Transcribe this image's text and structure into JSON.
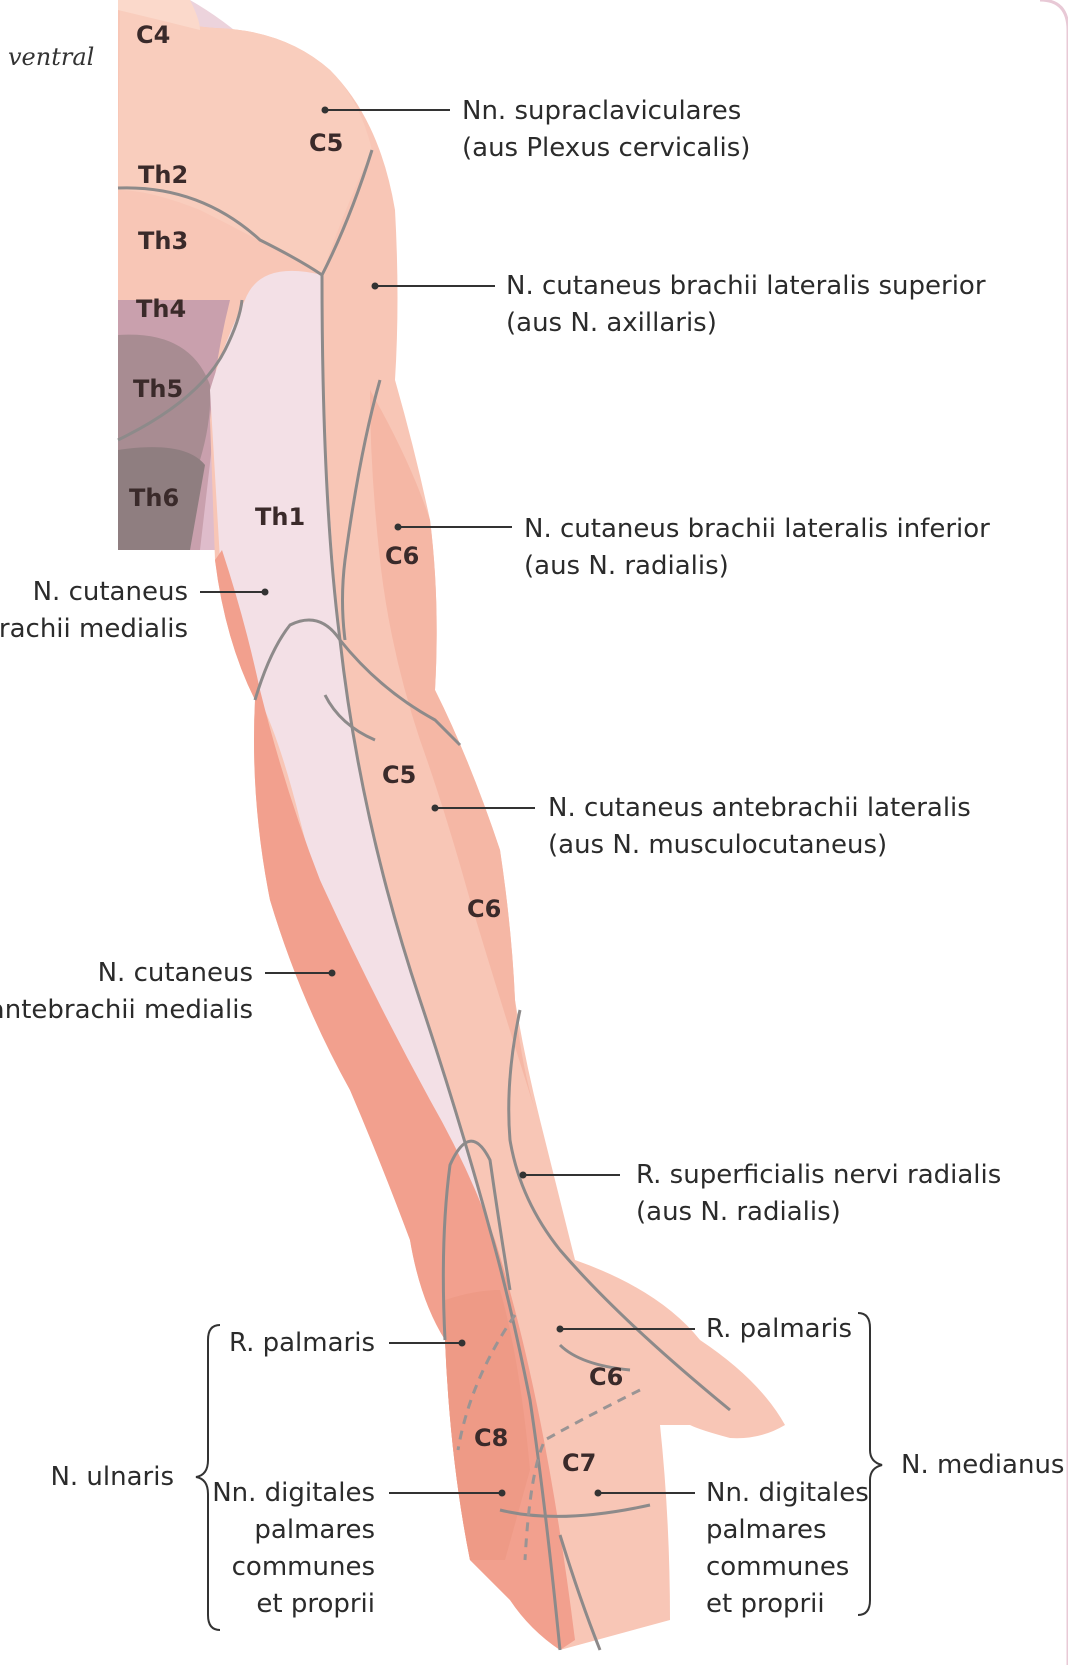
{
  "view_label": "ventral",
  "segments": {
    "c4": "C4",
    "c5_shoulder": "C5",
    "th2": "Th2",
    "th3": "Th3",
    "th4": "Th4",
    "th5": "Th5",
    "th6": "Th6",
    "th1": "Th1",
    "c6_upper": "C6",
    "c5_forearm": "C5",
    "c6_forearm": "C6",
    "c6_hand": "C6",
    "c8": "C8",
    "c7": "C7"
  },
  "labels": {
    "supraclav_1": "Nn. supraclaviculares",
    "supraclav_2": "(aus Plexus cervicalis)",
    "brachii_lat_sup_1": "N. cutaneus brachii lateralis superior",
    "brachii_lat_sup_2": "(aus N. axillaris)",
    "brachii_lat_inf_1": "N. cutaneus brachii lateralis inferior",
    "brachii_lat_inf_2": "(aus N. radialis)",
    "brachii_med_1": "N. cutaneus",
    "brachii_med_2": "brachii medialis",
    "antebrachii_lat_1": "N. cutaneus antebrachii lateralis",
    "antebrachii_lat_2": "(aus N. musculocutaneus)",
    "antebrachii_med_1": "N. cutaneus",
    "antebrachii_med_2": "antebrachii medialis",
    "superficialis_1": "R. superficialis nervi radialis",
    "superficialis_2": "(aus N. radialis)",
    "palmaris_left": "R. palmaris",
    "palmaris_right": "R. palmaris",
    "ulnaris": "N. ulnaris",
    "medianus": "N. medianus",
    "digit_left_1": "Nn. digitales",
    "digit_left_2": "palmares",
    "digit_left_3": "communes",
    "digit_left_4": "et proprii",
    "digit_right_1": "Nn. digitales",
    "digit_right_2": "palmares",
    "digit_right_3": "communes",
    "digit_right_4": "et proprii"
  },
  "colors": {
    "c_zone": "#f8c6b6",
    "c_zone_light": "#fbd7ca",
    "th1_zone": "#f3e0e6",
    "ulnar_zone": "#f2a08e",
    "th2": "#ecd3dc",
    "th3": "#e0bccb",
    "th4": "#c9a0ad",
    "th5": "#a88c92",
    "th6": "#8f7e80",
    "nerve_line": "#8d8a8a"
  }
}
